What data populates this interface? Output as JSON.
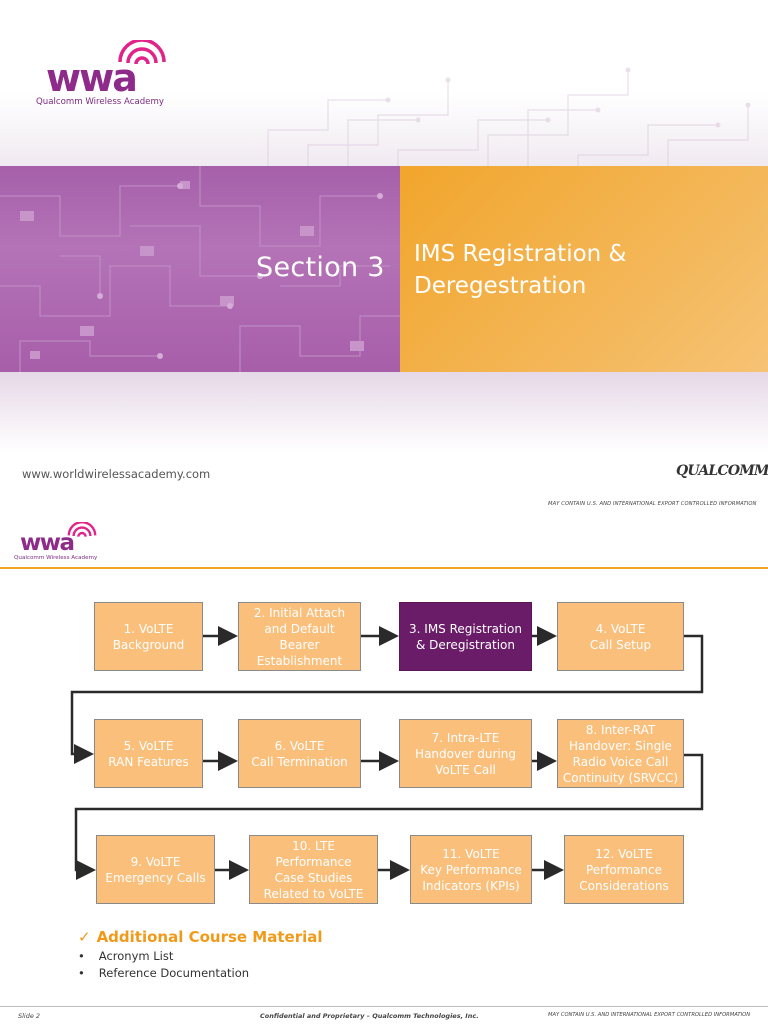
{
  "slide1": {
    "logo_text": "wwa",
    "logo_tagline": "Qualcomm Wireless Academy",
    "section_label": "Section 3",
    "title_line1": "IMS Registration &",
    "title_line2": "Deregestration",
    "url": "www.worldwirelessacademy.com",
    "company_logo": "QUALCOMM",
    "export_notice": "MAY CONTAIN U.S. AND INTERNATIONAL EXPORT CONTROLLED INFORMATION",
    "colors": {
      "purple": "#a560a9",
      "orange": "#f2a52c"
    }
  },
  "slide2": {
    "logo_text": "wwa",
    "logo_tagline": "Qualcomm Wireless Academy",
    "flow_boxes": [
      {
        "lines": [
          "1. VoLTE",
          "Background"
        ],
        "active": false
      },
      {
        "lines": [
          "2. Initial Attach",
          "and Default",
          "Bearer",
          "Establishment"
        ],
        "active": false
      },
      {
        "lines": [
          "3. IMS Registration",
          "& Deregistration"
        ],
        "active": true
      },
      {
        "lines": [
          "4. VoLTE",
          "Call Setup"
        ],
        "active": false
      },
      {
        "lines": [
          "5. VoLTE",
          "RAN Features"
        ],
        "active": false
      },
      {
        "lines": [
          "6. VoLTE",
          "Call Termination"
        ],
        "active": false
      },
      {
        "lines": [
          "7. Intra-LTE",
          "Handover during",
          "VoLTE Call"
        ],
        "active": false
      },
      {
        "lines": [
          "8. Inter-RAT",
          "Handover: Single",
          "Radio Voice Call",
          "Continuity (SRVCC)"
        ],
        "active": false
      },
      {
        "lines": [
          "9. VoLTE",
          "Emergency Calls"
        ],
        "active": false
      },
      {
        "lines": [
          "10. LTE",
          "Performance",
          "Case Studies",
          "Related to VoLTE"
        ],
        "active": false
      },
      {
        "lines": [
          "11. VoLTE",
          "Key Performance",
          "Indicators (KPIs)"
        ],
        "active": false
      },
      {
        "lines": [
          "12. VoLTE",
          "Performance",
          "Considerations"
        ],
        "active": false
      }
    ],
    "additional_check": "✓",
    "additional_title": "Additional Course Material",
    "additional_items": [
      "Acronym List",
      "Reference Documentation"
    ],
    "footer_slide": "Slide 2",
    "footer_confidential": "Confidential and Proprietary – Qualcomm Technologies, Inc.",
    "footer_export": "MAY CONTAIN U.S. AND INTERNATIONAL EXPORT CONTROLLED INFORMATION",
    "colors": {
      "box": "#fbbf7c",
      "active": "#6a1c68",
      "accent": "#f19a1a"
    }
  }
}
